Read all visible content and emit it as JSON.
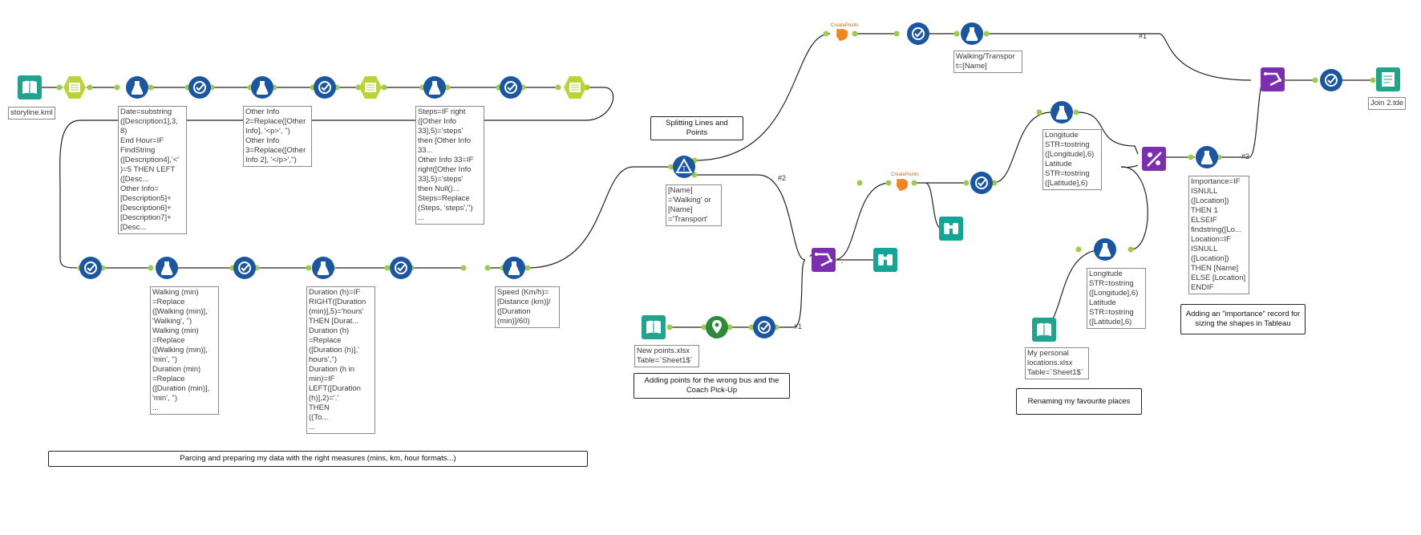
{
  "tools": {
    "storyline_input": "storyline.kml",
    "formula1": "Date=substring\n([Description1],3,\n8)\nEnd Hour=IF\nFindString\n([Description4],'<'\n)=5 THEN LEFT\n([Desc...\nOther Info=\n[Description5]+\n[Description6]+\n[Description7]+\n[Desc...",
    "formula2": "Other Info\n2=Replace([Other\nInfo], '<p>', '')\nOther Info\n3=Replace([Other\nInfo 2], '</p>','')",
    "formula3": "Steps=IF right\n([Other Info\n33],5)='steps'\nthen [Other Info\n33...\nOther Info 33=IF\nright([Other Info\n33],5)='steps'\nthen Null()...\nSteps=Replace\n(Steps, 'steps','')\n...",
    "formula_walking": "Walking (min)\n=Replace\n([Walking (min)],\n'Walking', '')\nWalking (min)\n=Replace\n([Walking (min)],\n'min', '')\nDuration (min)\n=Replace\n([Duration (min)],\n'min', '')\n...",
    "formula_duration": "Duration (h)=IF\nRIGHT([Duration\n(min)],5)='hours'\nTHEN [Durat...\nDuration (h)\n=Replace\n([Duration (h)],'\nhours','')\nDuration (h in\nmin)=IF\nLEFT([Duration\n(h)],2)='.'\nTHEN\n((To...\n...",
    "formula_speed": "Speed (Km/h)=\n[Distance (km)]/\n([Duration\n(min)]/60)",
    "filter_condition": "[Name]\n='Walking' or\n[Name]\n='Transport'",
    "walking_transport": "Walking/Transpor\nt=[Name]",
    "longitude_formula1": "Longitude\nSTR=tostring\n([Longitude],6)\nLatitude\nSTR=tostring\n([Latitude],6)",
    "longitude_formula2": "Longitude\nSTR=tostring\n([Longitude],6)\nLatitude\nSTR=tostring\n([Latitude],6)",
    "importance_formula": "Importance=IF\nISNULL\n([Location])\nTHEN 1\nELSEIF\nfindstring([Lo...\nLocation=IF\nISNULL\n([Location])\nTHEN [Name]\nELSE [Location]\nENDIF",
    "new_points_input": "New points.xlsx\nTable=`Sheet1$`",
    "personal_locations_input": "My personal\nlocations.xlsx\nTable=`Sheet1$`",
    "output": "Join 2.tde",
    "createpoints1": "CreatePoints",
    "createpoints2": "CreatePoints"
  },
  "connection_labels": {
    "hash1_top": "#1",
    "hash2_filter": "#2",
    "hash1_bottom": "#1",
    "hash2_join": "#2"
  },
  "annotations": {
    "splitting": "Splitting Lines and Points",
    "parsing": "Parcing and preparing my data with the right measures (mins, km, hour formats...)",
    "adding_points": "Adding points for the wrong bus and the Coach Pick-Up",
    "renaming": "Renaming my favourite places",
    "importance": "Adding an \"importance\" record for sizing the shapes in Tableau"
  },
  "colors": {
    "input_teal": "#1fa58f",
    "parse_yellowgreen": "#b9d532",
    "formula_blue": "#1b56a3",
    "spatial_purple": "#7b2fb0",
    "browse_teal": "#13a596",
    "output_teal": "#1ea58a",
    "location_green": "#2c8a3c",
    "anchor_green": "#9ccc4a",
    "createpoints_orange": "#f2851d"
  }
}
